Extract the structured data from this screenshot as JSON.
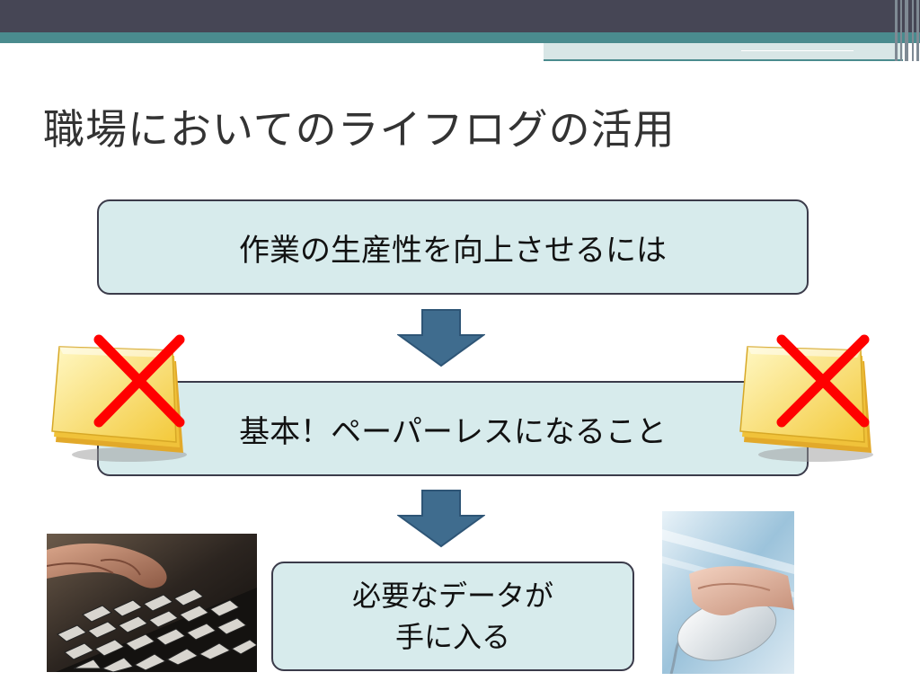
{
  "slide": {
    "title": "職場においてのライフログの活用",
    "box1_text": "作業の生産性を向上させるには",
    "box2_text": "基本！ペーパーレスになること",
    "box3_line1": "必要なデータが",
    "box3_line2": "手に入る"
  },
  "icons": {
    "arrow": "down-arrow-icon",
    "note": "sticky-note-icon",
    "cross": "red-x-icon"
  },
  "colors": {
    "header_dark": "#464655",
    "header_teal": "#4a8b8e",
    "box_fill": "#d7ebec",
    "box_border": "#3b3b4a",
    "arrow_fill": "#3f6c8e",
    "cross_red": "#ff0000",
    "note_yellow": "#ffe36a"
  }
}
